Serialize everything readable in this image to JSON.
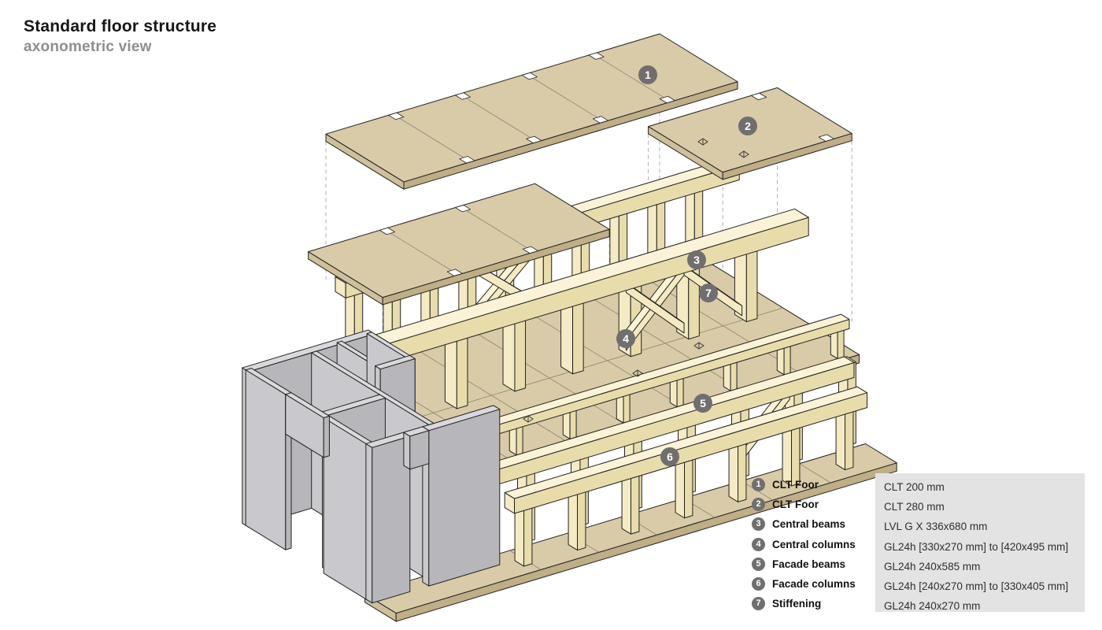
{
  "title": {
    "main": "Standard floor structure",
    "sub": "axonometric view"
  },
  "legend": {
    "items": [
      {
        "num": "1",
        "label": "CLT Foor",
        "spec": "CLT 200 mm"
      },
      {
        "num": "2",
        "label": "CLT Foor",
        "spec": "CLT 280 mm"
      },
      {
        "num": "3",
        "label": "Central beams",
        "spec": "LVL G X 336x680 mm"
      },
      {
        "num": "4",
        "label": "Central columns",
        "spec": "GL24h [330x270 mm] to [420x495 mm]"
      },
      {
        "num": "5",
        "label": "Facade beams",
        "spec": "GL24h 240x585 mm"
      },
      {
        "num": "6",
        "label": "Facade columns",
        "spec": "GL24h [240x270 mm] to [330x405 mm]"
      },
      {
        "num": "7",
        "label": "Stiffening",
        "spec": "GL24h 240x270 mm"
      }
    ]
  },
  "colors": {
    "badge": "#6f6f6f",
    "clt_panel": "#d9cba7",
    "timber_frame": "#faf3d7",
    "core_walls": "#c9c9cd",
    "legend_background": "#e3e3e3",
    "outline": "#222222"
  }
}
